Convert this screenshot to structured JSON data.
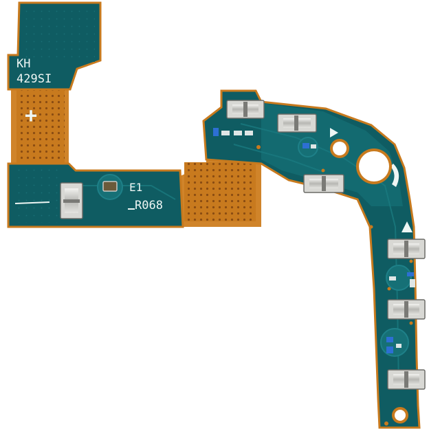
{
  "board": {
    "silkscreen": {
      "marking_line1": "KH",
      "marking_line2": "429SI",
      "ref_designator": "E1",
      "part_code": "R068",
      "plus_symbol": "+"
    },
    "colors": {
      "solder_mask": "#0f5c62",
      "solder_mask_light": "#167076",
      "flex_polyimide": "#c87a1e",
      "flex_dark": "#8a4c12",
      "contact_metal": "#c9c9c6",
      "silkscreen": "#eef6f4",
      "component_blue": "#2d6fd3"
    },
    "icons": [
      "contact-pad-icon",
      "mounting-hole-icon",
      "triangle-marker-icon",
      "smd-capacitor-icon"
    ]
  }
}
